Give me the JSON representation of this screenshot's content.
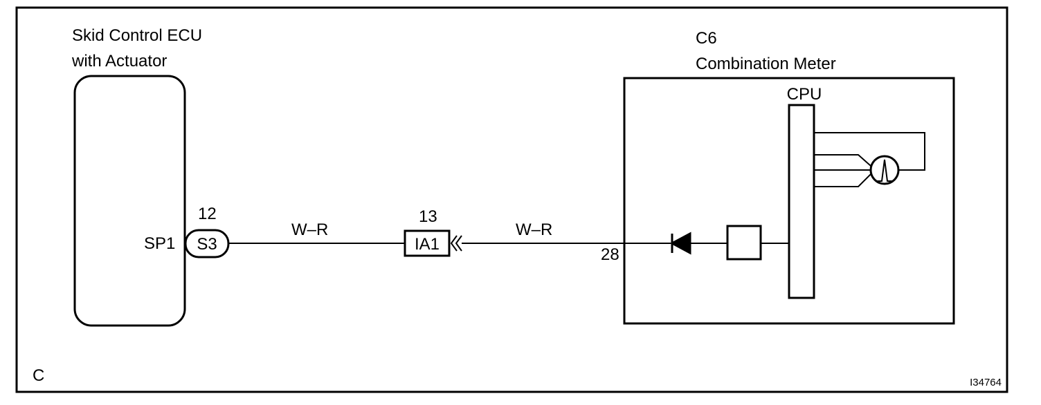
{
  "ecu": {
    "name_line1": "Skid Control ECU",
    "name_line2": "with Actuator",
    "terminal_name": "SP1",
    "connector_code": "S3",
    "pin_number": "12"
  },
  "junction": {
    "connector_code": "IA1",
    "pin_number": "13"
  },
  "wires": {
    "left_color": "W–R",
    "right_color": "W–R"
  },
  "meter": {
    "code": "C6",
    "name": "Combination Meter",
    "pin_number": "28",
    "cpu_label": "CPU"
  },
  "corner_label": "C",
  "figure_id": "I34764"
}
